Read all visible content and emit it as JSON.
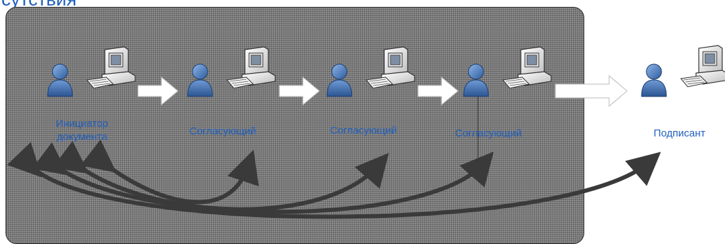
{
  "header": {
    "title_fragment": "сутствия"
  },
  "nodes": [
    {
      "id": "initiator",
      "label_line1": "Инициатор",
      "label_line2": "документа"
    },
    {
      "id": "approver1",
      "label": "Согласующий"
    },
    {
      "id": "approver2",
      "label": "Согласующий"
    },
    {
      "id": "approver3",
      "label": "Согласующий"
    },
    {
      "id": "signer",
      "label": "Подписант"
    }
  ],
  "icons": {
    "person": "person-icon",
    "computer": "computer-icon"
  },
  "colors": {
    "panel": "#8c8c8c",
    "label": "#1f5fbf",
    "person": "#3b6fb6",
    "curve": "#3a3a3a",
    "flow_arrow": "#ffffff"
  }
}
